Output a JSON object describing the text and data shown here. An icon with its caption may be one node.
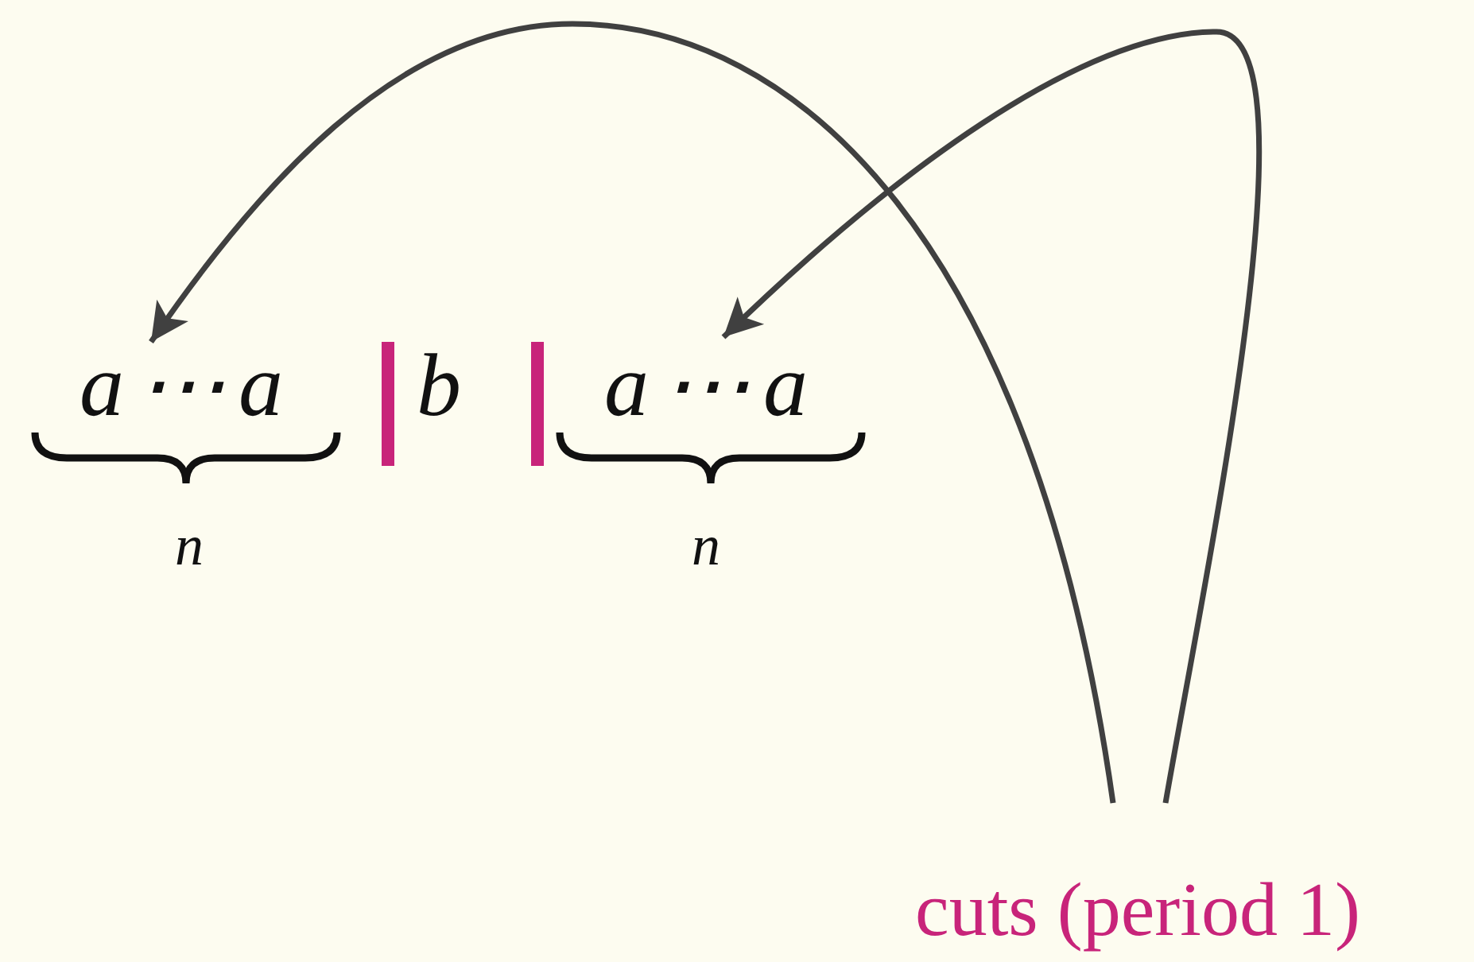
{
  "diagram": {
    "nodes": [
      {
        "text": [
          "a⋯a"
        ],
        "beside": [
          "n"
        ]
      },
      {
        "text": [
          "a⋯a"
        ],
        "beside": [
          "n"
        ]
      },
      {
        "text": [
          "cuts (period 1)"
        ]
      }
    ],
    "edges": [
      {
        "from": 2,
        "to": 0,
        "arrow": "to"
      },
      {
        "from": 2,
        "to": 1,
        "arrow": "to"
      }
    ],
    "labels": [
      "b"
    ]
  }
}
